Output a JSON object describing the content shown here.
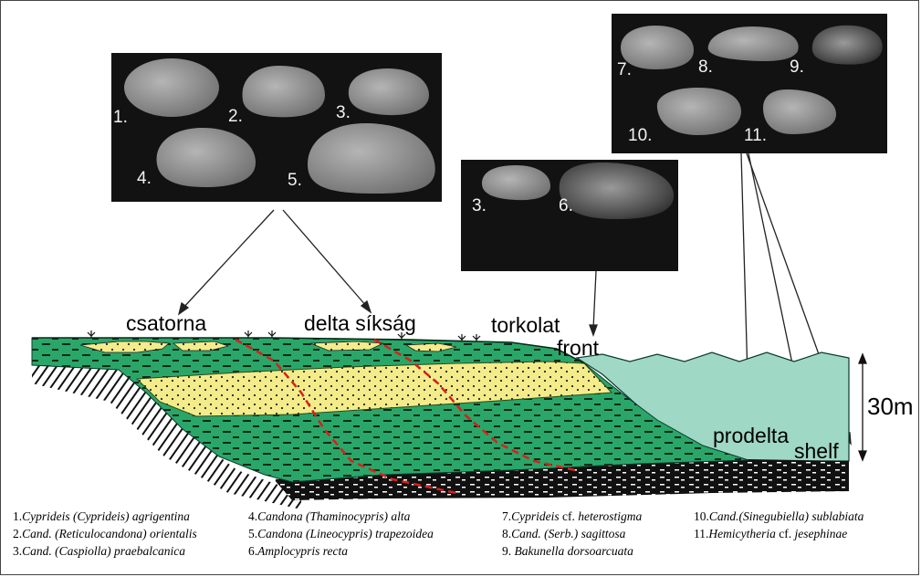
{
  "panels": {
    "left": {
      "numbers": [
        "1.",
        "2.",
        "3.",
        "4.",
        "5."
      ]
    },
    "middle": {
      "numbers": [
        "3.",
        "6."
      ]
    },
    "right": {
      "numbers": [
        "7.",
        "8.",
        "9.",
        "10.",
        "11."
      ]
    }
  },
  "environments": {
    "channel": "csatorna",
    "delta_plain": "delta síkság",
    "mouth": "torkolat",
    "front": "front",
    "prodelta": "prodelta",
    "shelf": "shelf"
  },
  "scale": {
    "label": "30m"
  },
  "legend": [
    {
      "num": "1.",
      "name": "Cyprideis (Cyprideis) agrigentina"
    },
    {
      "num": "2.",
      "name": "Cand. (Reticulocandona) orientalis"
    },
    {
      "num": "3.",
      "name": "Cand. (Caspiolla) praebalcanica"
    },
    {
      "num": "4.",
      "name": "Candona (Thaminocypris) alta"
    },
    {
      "num": "5.",
      "name": "Candona (Lineocypris) trapezoidea"
    },
    {
      "num": "6.",
      "name": "Amplocypris recta"
    },
    {
      "num": "7.",
      "pre": "Cyprideis",
      "mid": " cf. ",
      "post": "heterostigma"
    },
    {
      "num": "8.",
      "name": "Cand. (Serb.) sagittosa"
    },
    {
      "num": "9.",
      "name": " Bakunella dorsoarcuata"
    },
    {
      "num": "10.",
      "name": "Cand.(Sinegubiella) sublabiata"
    },
    {
      "num": "11.",
      "pre": "Hemicytheria",
      "mid": " cf. ",
      "post": "jesephinae"
    }
  ]
}
